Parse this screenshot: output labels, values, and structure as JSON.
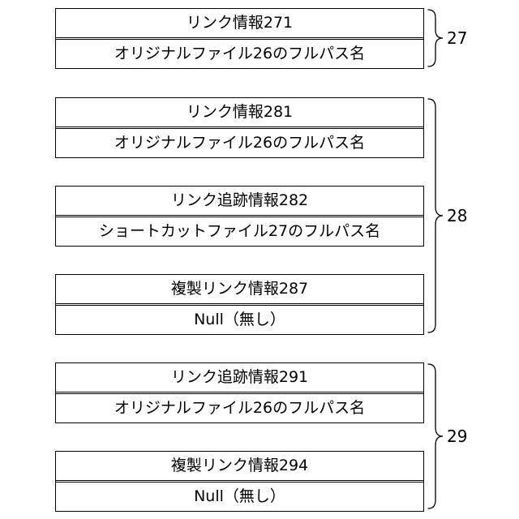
{
  "groups": [
    {
      "label": "27",
      "boxes": [
        {
          "top": "リンク情報271",
          "bottom": "オリジナルファイル26のフルパス名"
        }
      ]
    },
    {
      "label": "28",
      "boxes": [
        {
          "top": "リンク情報281",
          "bottom": "オリジナルファイル26のフルパス名"
        },
        {
          "top": "リンク追跡情報282",
          "bottom": "ショートカットファイル27のフルパス名"
        },
        {
          "top": "複製リンク情報287",
          "bottom": "Null（無し）"
        }
      ]
    },
    {
      "label": "29",
      "boxes": [
        {
          "top": "リンク追跡情報291",
          "bottom": "オリジナルファイル26のフルパス名"
        },
        {
          "top": "複製リンク情報294",
          "bottom": "Null（無し）"
        }
      ]
    }
  ]
}
